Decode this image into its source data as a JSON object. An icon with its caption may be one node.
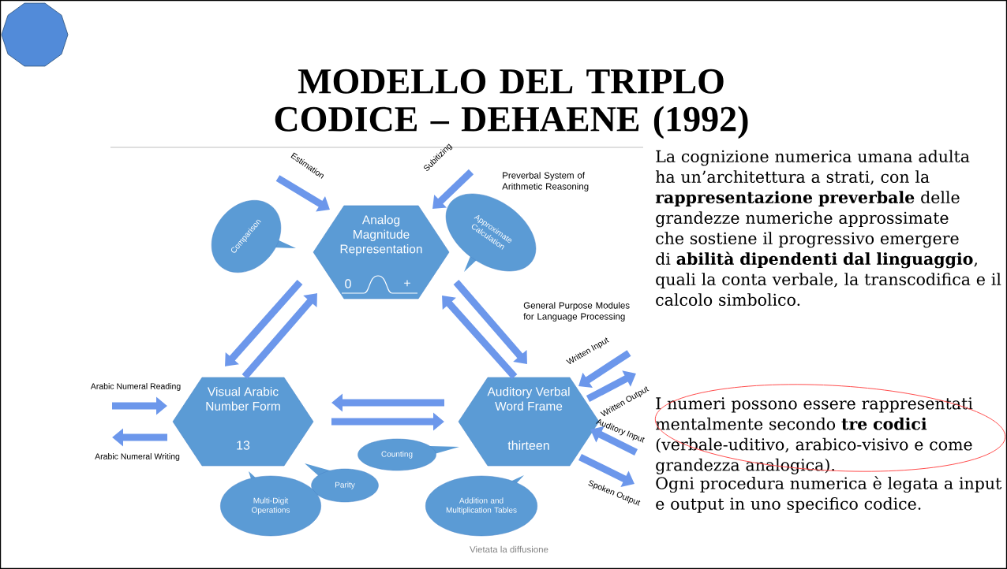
{
  "diagram": {
    "title": "MODELLO DEL TRIPLO CODICE – DEHAENE (1992)",
    "nodes": [
      {
        "text": [
          "Analog Magnitude Representation",
          "0",
          "+"
        ]
      },
      {
        "text": [
          "Visual Arabic Number Form",
          "13"
        ]
      },
      {
        "text": [
          "Auditory Verbal Word Frame",
          "thirteen"
        ]
      },
      {
        "text": [
          "Comparison"
        ]
      },
      {
        "text": [
          "Approximate Calculation"
        ]
      },
      {
        "text": [
          "Counting"
        ]
      },
      {
        "text": [
          "Parity"
        ]
      },
      {
        "text": [
          "Multi-Digit Operations"
        ]
      },
      {
        "text": [
          "Addition and Multiplication Tables"
        ]
      },
      {
        "text": [],
        "shape": "decagon"
      }
    ],
    "edges": [
      {
        "from": null,
        "to": 0,
        "arrow": "to",
        "label": "Estimation"
      },
      {
        "from": null,
        "to": 0,
        "arrow": "to",
        "label": "Subitizing"
      },
      {
        "from": 0,
        "to": 1,
        "arrow": "to"
      },
      {
        "from": 1,
        "to": 0,
        "arrow": "to"
      },
      {
        "from": 0,
        "to": 2,
        "arrow": "to"
      },
      {
        "from": 2,
        "to": 0,
        "arrow": "to"
      },
      {
        "from": 2,
        "to": 1,
        "arrow": "to"
      },
      {
        "from": 1,
        "to": 2,
        "arrow": "to"
      },
      {
        "from": null,
        "to": 1,
        "arrow": "to",
        "label": "Arabic Numeral Reading"
      },
      {
        "from": 1,
        "to": null,
        "arrow": "to",
        "label": "Arabic Numeral Writing"
      },
      {
        "from": null,
        "to": 2,
        "arrow": "to",
        "label": "Written Input"
      },
      {
        "from": 2,
        "to": null,
        "arrow": "to",
        "label": "Written Output"
      },
      {
        "from": null,
        "to": 2,
        "arrow": "to",
        "label": "Auditory Input"
      },
      {
        "from": 2,
        "to": null,
        "arrow": "to",
        "label": "Spoken Output"
      }
    ],
    "labels": [
      "Preverbal System of Arithmetic Reasoning",
      "General Purpose Modules for Language Processing",
      "Vietata la diffusione",
      "La cognizione numerica umana adulta ha un’architettura a strati, con la **rappresentazione preverbale** delle grandezze numeriche approssimate che sostiene il progressivo emergere di **abilità dipendenti dal linguaggio**, quali la conta verbale, la transcodifica e il calcolo simbolico.",
      "I numeri possono essere rappresentati mentalmente secondo **tre codici** (verbale-uditivo, arabico-visivo e come grandezza analogica).",
      "Ogni procedura numerica è legata a input e output in uno specifico codice."
    ]
  }
}
